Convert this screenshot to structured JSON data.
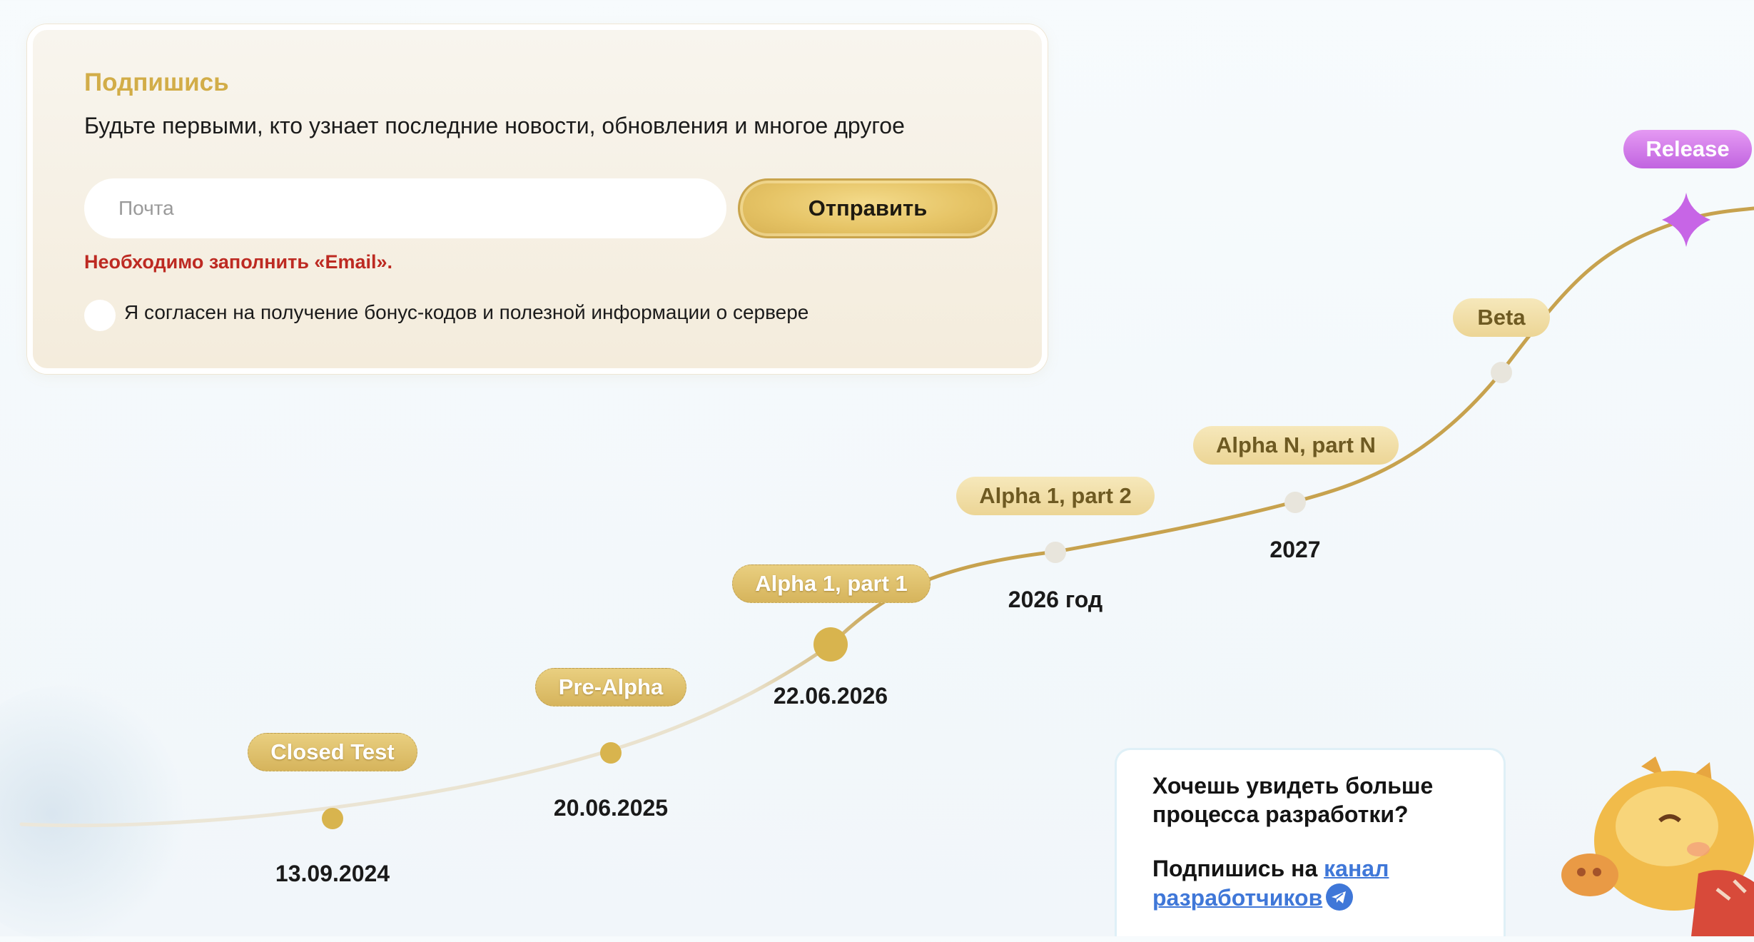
{
  "subscribe": {
    "title": "Подпишись",
    "description": "Будьте первыми, кто узнает последние новости, обновления и многое другое",
    "email_placeholder": "Почта",
    "submit_label": "Отправить",
    "error_message": "Необходимо заполнить «Email».",
    "consent_label": "Я согласен на получение бонус-кодов и полезной информации о сервере",
    "consent_checked": false
  },
  "roadmap": {
    "milestones": [
      {
        "label": "Closed Test",
        "date": "13.09.2024",
        "status": "done"
      },
      {
        "label": "Pre-Alpha",
        "date": "20.06.2025",
        "status": "done"
      },
      {
        "label": "Alpha 1, part 1",
        "date": "22.06.2026",
        "status": "current"
      },
      {
        "label": "Alpha 1, part 2",
        "date": "2026 год",
        "status": "future"
      },
      {
        "label": "Alpha N, part N",
        "date": "2027",
        "status": "future"
      },
      {
        "label": "Beta",
        "date": "",
        "status": "future"
      },
      {
        "label": "Release",
        "date": "",
        "status": "final"
      }
    ],
    "colors": {
      "done": "#d8b44e",
      "future": "#e8e5dc",
      "release": "#c765e6",
      "line": "#c7a24e"
    }
  },
  "dev_channel": {
    "question": "Хочешь увидеть больше процесса разработки?",
    "subscribe_prefix": "Подпишись на ",
    "link_text_1": "канал",
    "link_text_2": "разработчиков",
    "icon": "telegram-icon"
  }
}
